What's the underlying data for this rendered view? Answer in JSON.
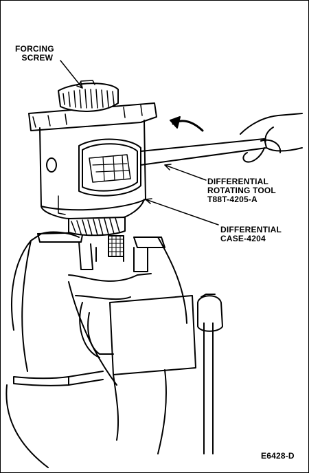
{
  "labels": {
    "forcing_screw": [
      "FORCING",
      "SCREW"
    ],
    "rotating_tool": [
      "DIFFERENTIAL",
      "ROTATING TOOL",
      "T88T-4205-A"
    ],
    "diff_case": [
      "DIFFERENTIAL",
      "CASE-4204"
    ],
    "figure_id": "E6428-D"
  }
}
